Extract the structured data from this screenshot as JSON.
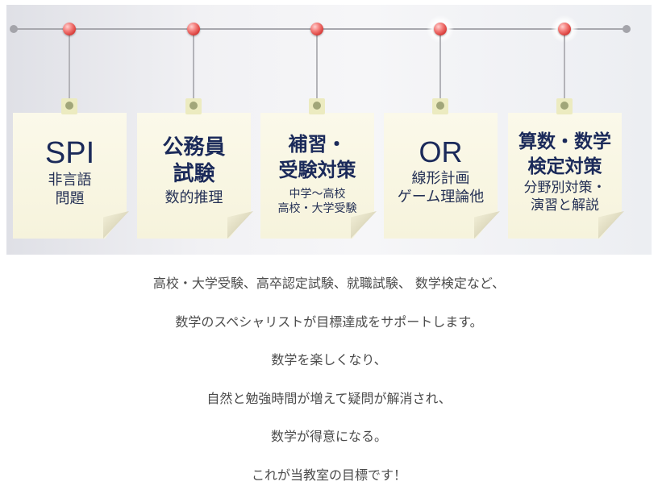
{
  "cards": [
    {
      "title": "SPI",
      "subtitle_lines": [
        "非言語",
        "問題"
      ]
    },
    {
      "title_lines": [
        "公務員",
        "試験"
      ],
      "subtitle": "数的推理"
    },
    {
      "title_lines": [
        "補習・",
        "受験対策"
      ],
      "subtitle_lines": [
        "中学〜高校",
        "高校・大学受験"
      ]
    },
    {
      "title": "OR",
      "subtitle_lines": [
        "線形計画",
        "ゲーム理論他"
      ]
    },
    {
      "title_lines": [
        "算数・数学",
        "検定対策"
      ],
      "subtitle_lines": [
        "分野別対策・",
        "演習と解説"
      ]
    }
  ],
  "intro_lines": [
    "高校・大学受験、高卒認定試験、就職試験、 数学検定など、",
    "数学のスペシャリストが目標達成をサポートします。",
    "数学を楽しくなり、",
    "自然と勉強時間が増えて疑問が解消され、",
    "数学が得意になる。",
    "これが当教室の目標です！"
  ],
  "colors": {
    "card_text": "#1b2a5a",
    "card_bg": "#fbf9ea",
    "pin": "#d22f2c",
    "body_text": "#4b4b4b"
  }
}
